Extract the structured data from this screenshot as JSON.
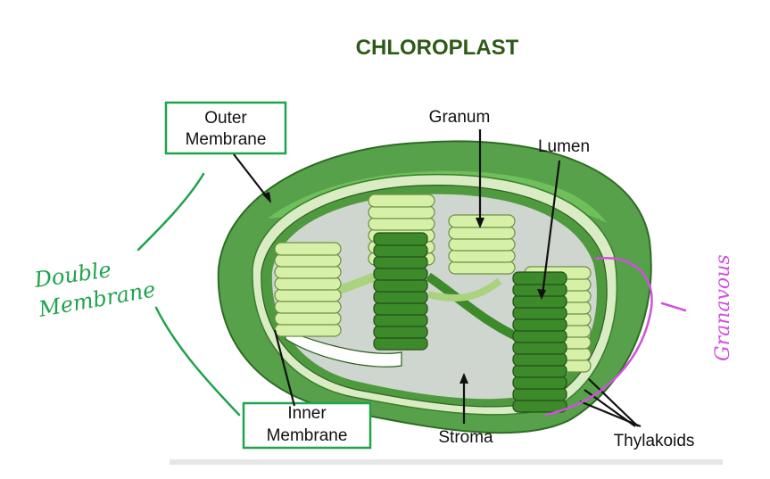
{
  "title": "CHLOROPLAST",
  "labels": {
    "outer_membrane_line1": "Outer",
    "outer_membrane_line2": "Membrane",
    "inner_membrane_line1": "Inner",
    "inner_membrane_line2": "Membrane",
    "granum": "Granum",
    "lumen": "Lumen",
    "stroma": "Stroma",
    "thylakoids": "Thylakoids"
  },
  "annotations": {
    "double_membrane_line1": "Double",
    "double_membrane_line2": "Membrane",
    "granum_plural": "Granavous"
  },
  "colors": {
    "title": "#2e5a17",
    "outer_membrane": "#57a14a",
    "inner_space": "#d9ecc3",
    "stroma": "#cfd6cf",
    "granum_light": "#d7f0a8",
    "granum_dark": "#3d8a2b",
    "box_border": "#20a34a",
    "handwriting_green": "#1fa34b",
    "handwriting_purple": "#d24fe0"
  }
}
